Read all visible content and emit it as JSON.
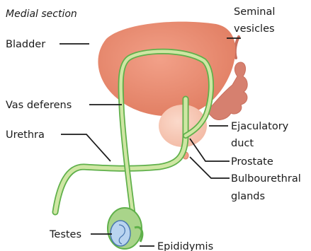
{
  "figure": {
    "section_label": "Medial section"
  },
  "labels": {
    "bladder": "Bladder",
    "seminal_vesicles_line1": "Seminal",
    "seminal_vesicles_line2": "vesicles",
    "vas_deferens": "Vas deferens",
    "urethra": "Urethra",
    "ejaculatory_duct_line1": "Ejaculatory",
    "ejaculatory_duct_line2": "duct",
    "prostate": "Prostate",
    "bulbourethral_line1": "Bulbourethral",
    "bulbourethral_line2": "glands",
    "testes": "Testes",
    "epididymis": "Epididymis"
  },
  "colors": {
    "bladder_fill": "#e98a6e",
    "prostate_fill": "#f7c7b3",
    "vesicle_fill": "#d6806f",
    "tube_fill": "#cfe6a3",
    "tube_outline": "#5fb04a",
    "testis_fill": "#b9d4f0",
    "label_text": "#1a1a1a"
  }
}
